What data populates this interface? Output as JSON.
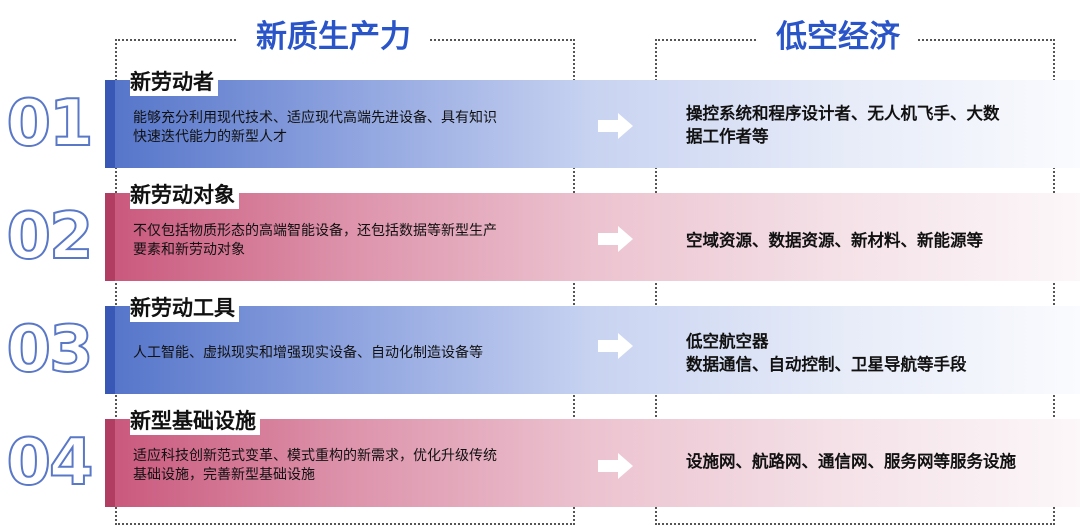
{
  "titles": {
    "left": "新质生产力",
    "right": "低空经济"
  },
  "rows": [
    {
      "num": "01",
      "title": "新劳动者",
      "desc": [
        "能够充分利用现代技术、适应现代高端先进设备、具有知识",
        "快速迭代能力的新型人才"
      ],
      "right": [
        "操控系统和程序设计者、无人机飞手、大数",
        "据工作者等"
      ]
    },
    {
      "num": "02",
      "title": "新劳动对象",
      "desc": [
        "不仅包括物质形态的高端智能设备，还包括数据等新型生产",
        "要素和新劳动对象"
      ],
      "right": [
        "空域资源、数据资源、新材料、新能源等",
        ""
      ]
    },
    {
      "num": "03",
      "title": "新劳动工具",
      "desc": [
        "人工智能、虚拟现实和增强现实设备、自动化制造设备等",
        ""
      ],
      "right": [
        "低空航空器",
        "数据通信、自动控制、卫星导航等手段"
      ]
    },
    {
      "num": "04",
      "title": "新型基础设施",
      "desc": [
        "适应科技创新范式变革、模式重构的新需求，优化升级传统",
        "基础设施，完善新型基础设施"
      ],
      "right": [
        "设施网、航路网、通信网、服务网等服务设施",
        ""
      ]
    }
  ],
  "colors": {
    "blue": "#2a55c9",
    "pink": "#c9577c",
    "number_outline": "#5a78c8"
  },
  "icons": {
    "arrow": "right-arrow-icon"
  }
}
